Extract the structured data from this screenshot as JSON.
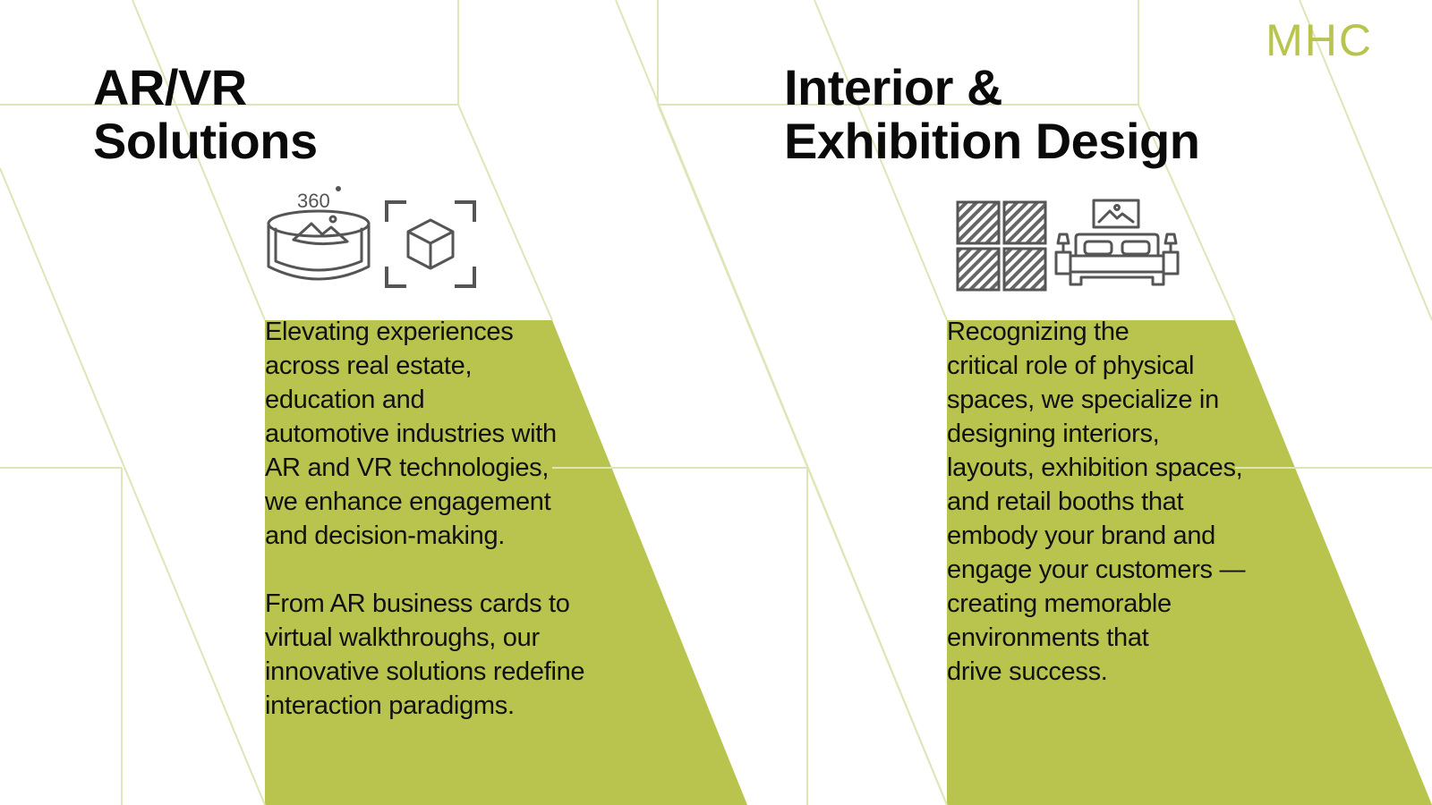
{
  "brand": {
    "logo_text": "MHC",
    "accent_color": "#b9c44e",
    "line_color": "#dfe5b7"
  },
  "sections": [
    {
      "title_line1": "AR/VR",
      "title_line2": "Solutions",
      "icons": [
        "360-view-icon",
        "ar-cube-icon"
      ],
      "icon_label": "360",
      "paragraph1": "Elevating experiences\nacross real estate,\neducation and\nautomotive industries with\nAR and VR technologies,\nwe enhance engagement\nand decision-making.",
      "paragraph2": "From AR business cards to\nvirtual walkthroughs, our\ninnovative solutions redefine\ninteraction paradigms."
    },
    {
      "title_line1": "Interior &",
      "title_line2": "Exhibition Design",
      "icons": [
        "tile-pattern-icon",
        "bedroom-icon"
      ],
      "paragraph1": "Recognizing the\ncritical role of physical\nspaces, we specialize in\ndesigning interiors,\nlayouts, exhibition spaces,\nand retail booths that\nembody your brand and\nengage your customers —\ncreating memorable\nenvironments that\ndrive success."
    }
  ]
}
